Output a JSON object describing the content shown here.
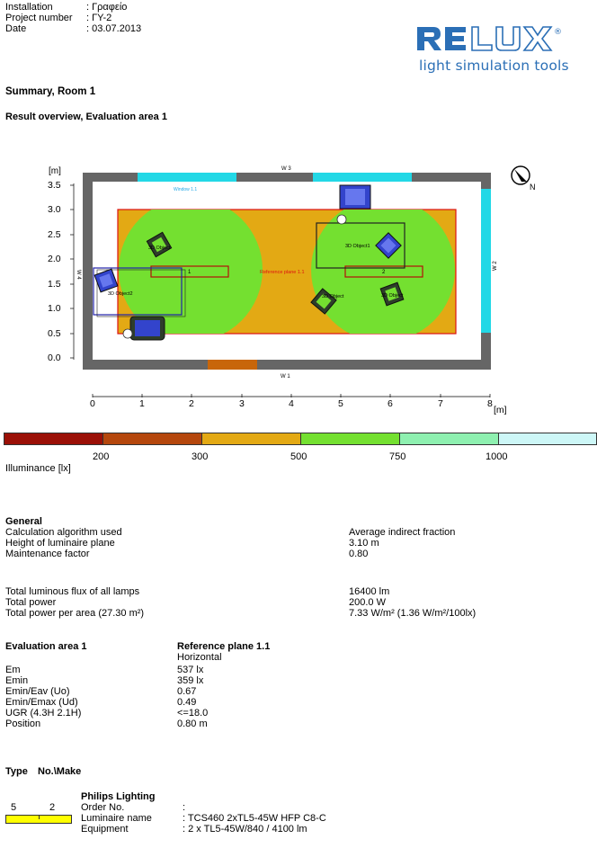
{
  "header": {
    "installation_label": "Installation",
    "installation_value": ": Γραφείο",
    "project_label": "Project number",
    "project_value": ": ΓΥ-2",
    "date_label": "Date",
    "date_value": ": 03.07.2013"
  },
  "logo": {
    "word": "RELUX",
    "registered": "®",
    "tagline": "light simulation tools",
    "brand_color": "#2b6fb6"
  },
  "titles": {
    "summary": "Summary, Room 1",
    "result": "Result overview, Evaluation area 1"
  },
  "plan": {
    "y_unit": "[m]",
    "x_unit": "[m]",
    "y_ticks": [
      "3.5",
      "3.0",
      "2.5",
      "2.0",
      "1.5",
      "1.0",
      "0.5",
      "0.0"
    ],
    "x_ticks": [
      "0",
      "1",
      "2",
      "3",
      "4",
      "5",
      "6",
      "7",
      "8"
    ],
    "wall_labels": [
      "W 3",
      "W 1",
      "W 4",
      "W 2"
    ],
    "window_label": "Window 1.1",
    "reference_plane": "Reference plane 1.1",
    "objects": [
      "3D Object",
      "3D Object1",
      "3D Object2",
      "3D Object",
      "3D Object"
    ],
    "luminaire_numbers": [
      "1",
      "2"
    ],
    "compass": "N",
    "colors": {
      "wall": "#666666",
      "window": "#22d8e6",
      "door": "#c8660a",
      "orange_zone": "#e3a914",
      "green_zone": "#74e030",
      "ref_border": "#dd1111"
    }
  },
  "scale": {
    "segments": [
      {
        "color": "#9b1007"
      },
      {
        "color": "#b5470d"
      },
      {
        "color": "#e3a914"
      },
      {
        "color": "#74e030"
      },
      {
        "color": "#8ef0b0"
      },
      {
        "color": "#cdf7f7"
      }
    ],
    "ticks": [
      "200",
      "300",
      "500",
      "750",
      "1000"
    ],
    "caption": "Illuminance [lx]"
  },
  "general": {
    "heading": "General",
    "rows": [
      {
        "label": "Calculation algorithm used",
        "value": "Average indirect fraction"
      },
      {
        "label": "Height of luminaire plane",
        "value": "3.10 m"
      },
      {
        "label": "Maintenance factor",
        "value": "0.80"
      }
    ],
    "rows2": [
      {
        "label": "Total luminous flux of all lamps",
        "value": "16400 lm"
      },
      {
        "label": "Total power",
        "value": "200.0 W"
      },
      {
        "label": "Total power per area (27.30 m²)",
        "value": "7.33 W/m² (1.36 W/m²/100lx)"
      }
    ]
  },
  "evaluation": {
    "heading": "Evaluation area 1",
    "plane": "Reference plane 1.1",
    "orientation": "Horizontal",
    "rows": [
      {
        "label": "Em",
        "value": "537 lx"
      },
      {
        "label": "Emin",
        "value": "359 lx"
      },
      {
        "label": "Emin/Eav (Uo)",
        "value": "0.67"
      },
      {
        "label": "Emin/Emax (Ud)",
        "value": "0.49"
      },
      {
        "label": "UGR (4.3H 2.1H)",
        "value": "<=18.0"
      },
      {
        "label": "Position",
        "value": "0.80 m"
      }
    ]
  },
  "luminaires": {
    "heading_type": "Type",
    "heading_make": "No.\\Make",
    "type_number": "5",
    "count": "2",
    "make": "Philips Lighting",
    "order_label": "Order No.",
    "order_value": ":",
    "name_label": "Luminaire name",
    "name_value": ": TCS460 2xTL5-45W HFP C8-C",
    "equipment_label": "Equipment",
    "equipment_value": ": 2 x TL5-45W/840  / 4100 lm"
  }
}
